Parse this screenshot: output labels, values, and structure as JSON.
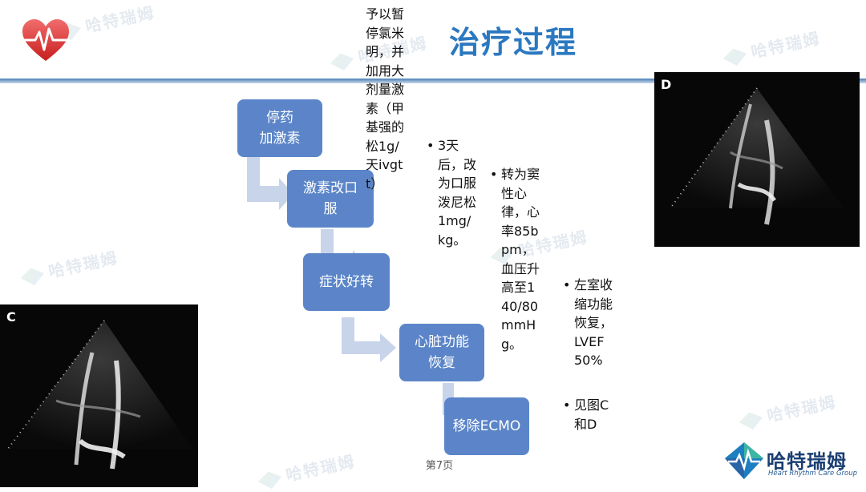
{
  "title": "治疗过程",
  "watermark": "哈特瑞姆",
  "steps": [
    {
      "label": "停药\n加激素"
    },
    {
      "label": "激素改口\n服"
    },
    {
      "label": "症状好转"
    },
    {
      "label": "心脏功能\n恢复"
    },
    {
      "label": "移除ECMO"
    }
  ],
  "notes": {
    "col1": "予以暂停氯米明，并加用大剂量激素（甲基强的松1g/天ivgtt）",
    "col2": "3天后，改为口服泼尼松1mg/kg。",
    "col3": "转为窦性心律，心率85bpm，血压升高至140/80mmHg。",
    "col4a": "左室收缩功能恢复，LVEF 50%",
    "col4b": "见图C和D"
  },
  "images": {
    "left_label": "C",
    "right_label": "D"
  },
  "page_number": "第7页",
  "brand": {
    "name": "哈特瑞姆",
    "subtitle": "Heart Rhythm Care Group"
  },
  "colors": {
    "title": "#2b78c0",
    "step_fill": "#5b85c8",
    "arrow": "#c8d4ea",
    "brand": "#1a3e72"
  }
}
